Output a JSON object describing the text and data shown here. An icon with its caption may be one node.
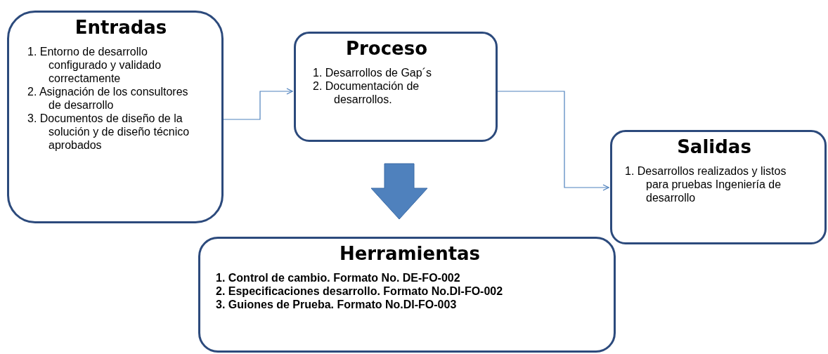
{
  "diagram": {
    "nodes": [
      {
        "text": [
          "Entradas",
          "1. Entorno de desarrollo configurado y validado correctamente",
          "2. Asignación de los consultores de desarrollo",
          "3. Documentos de diseño de la solución y de diseño técnico aprobados"
        ]
      },
      {
        "text": [
          "Proceso",
          "1. Desarrollos de Gap´s",
          "2. Documentación de desarrollos."
        ]
      },
      {
        "text": [
          "Salidas",
          "1. Desarrollos realizados y listos para pruebas Ingeniería de desarrollo"
        ]
      },
      {
        "text": [
          "Herramientas",
          "1. Control de cambio. Formato No. DE-FO-002",
          "2. Especificaciones desarrollo. Formato No.DI-FO-002",
          "3. Guiones de Prueba. Formato No.DI-FO-003"
        ]
      }
    ],
    "edges": [
      {
        "from": 0,
        "to": 1,
        "arrow": "to"
      },
      {
        "from": 1,
        "to": 2,
        "arrow": "to"
      },
      {
        "from": 1,
        "to": 3,
        "arrow": "to",
        "style": "thick",
        "color": "#4f81bd"
      }
    ]
  }
}
